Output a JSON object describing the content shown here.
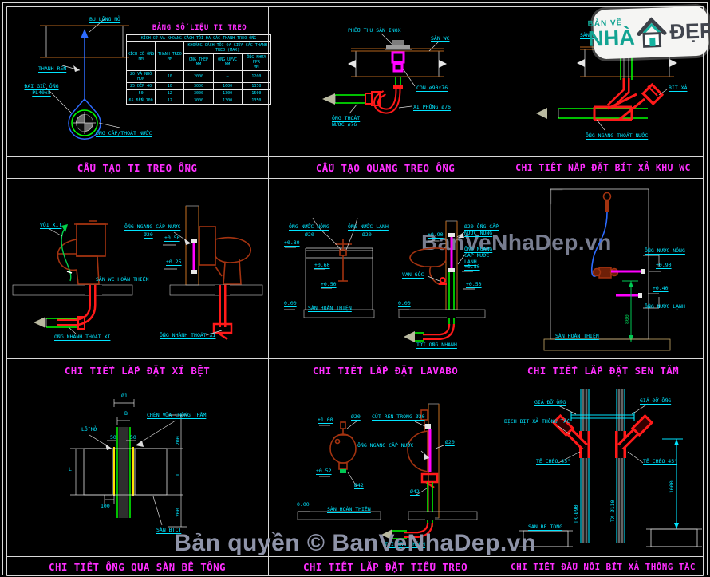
{
  "logo": {
    "line1": "BẢN VẼ",
    "line2": "NHÀ",
    "line3": "ĐẸP"
  },
  "watermark": {
    "text": "BanVeNhaDep.vn"
  },
  "footer": {
    "copyright": "Bản quyền © BanVeNhaDep.vn"
  },
  "colors": {
    "title": "#ff2fff",
    "label": "#00e5ff",
    "pipe_red": "#ff1a1a",
    "pipe_green": "#00ff00",
    "pipe_magenta": "#ff00ff",
    "pipe_blue": "#2d6bff",
    "fixture": "#a33310",
    "watermark_gray": "#8f94a9",
    "slab_edge": "#b5651d"
  },
  "panels": {
    "ti_treo": {
      "title": "CẤU TẠO TI TREO ỐNG",
      "labels": {
        "bu_long": "BU LÔNG NỞ",
        "thanh_ren": "THANH REN",
        "dai_giu": "ĐAI GIỮ ỐNG\nPL40x5",
        "ong": "ỐNG CẤP/THOÁT NƯỚC"
      },
      "table": {
        "title": "BẢNG SỐ LIỆU TI TREO",
        "span_header": "KÍCH CỠ VÀ KHOẢNG CÁCH TỐI ĐA CÁC THANH TREO ỐNG",
        "col_size": "KÍCH CỠ ỐNG\nMM",
        "col_rod": "THANH TREO\nMM",
        "group": "KHOẢNG CÁCH TỐI ĐA GIỮA CÁC THANH TREO (MAX)",
        "sub_thep": "ỐNG THÉP\nMM",
        "sub_upvc": "ỐNG UPVC\nMM",
        "sub_ppr": "ỐNG NHỰA PPR\nMM",
        "rows": [
          [
            "20 VÀ NHỎ HƠN",
            "10",
            "2000",
            "–",
            "1200"
          ],
          [
            "25 ĐẾN 40",
            "10",
            "3000",
            "1600",
            "1350"
          ],
          [
            "50",
            "12",
            "3000",
            "1300",
            "1500"
          ],
          [
            "65 ĐẾN 100",
            "12",
            "3000",
            "1300",
            "1350"
          ]
        ]
      }
    },
    "quang_treo": {
      "title": "CẤU TẠO QUANG TREO ỐNG",
      "labels": {
        "pheu": "PHỄU THU SÀN INOX",
        "san": "SÀN WC",
        "con": "CÔN ø90x76",
        "xi_phong": "XI PHÔNG ø76",
        "ong_thoat": "ỐNG THOÁT\nNƯỚC ø76"
      }
    },
    "bit_xa": {
      "title": "CHI TIẾT NẮP ĐẶT BÍT XẢ KHU WC",
      "labels": {
        "san": "SÀN WC",
        "bit_xa": "BÍT XẢ",
        "ong_ngang": "ỐNG NGANG THOÁT NƯỚC"
      }
    },
    "xi_bet": {
      "title": "CHI TIẾT LẮP ĐẶT XÍ BỆT",
      "labels": {
        "voi_xit": "VÒI XỊT",
        "san": "SÀN WC HOÀN THIỆN",
        "nhanh_trai": "ỐNG NHÁNH THOÁT XÍ",
        "cap_nuoc": "ỐNG NGANG CẤP NƯỚC",
        "cap_nuoc_dk": "Ø20",
        "elev_050": "+0.50",
        "elev_025": "+0.25",
        "nhanh_phai": "ỐNG NHÁNH THOÁT XÍ"
      }
    },
    "lavabo": {
      "title": "CHI TIẾT LẮP ĐẶT LAVABO",
      "labels": {
        "nong": "ỐNG NƯỚC NÓNG",
        "nong_dk": "Ø20",
        "lanh": "ỐNG NƯỚC LẠNH",
        "lanh_dk": "Ø20",
        "elev_080": "+0.80",
        "elev_060": "+0.60",
        "elev_050": "+0.50",
        "elev_000": "0.00",
        "san": "SÀN HOÀN THIỆN",
        "cap_nong": "Ø20 ỐNG CẤP\nNƯỚC NÓNG",
        "cap_lanh": "ỐNG NGANG\nCẤP NƯỚC LẠNH",
        "van_goc": "VAN GÓC",
        "r_elev_090": "+0.90",
        "r_elev_080": "+0.80",
        "r_elev_050": "+0.50",
        "r_elev_000": "0.00",
        "toi_ong": "TỚI ỐNG NHÁNH"
      }
    },
    "sen_tam": {
      "title": "CHI TIẾT LẮP ĐẶT SEN TẮM",
      "labels": {
        "nong": "ỐNG NƯỚC NÓNG",
        "elev_090": "+0.90",
        "elev_040": "+0.40",
        "lanh": "ỐNG NƯỚC LẠNH",
        "dim_800": "800",
        "san": "SÀN HOÀN THIỆN"
      }
    },
    "qua_san": {
      "title": "CHI TIẾT ỐNG QUA SÀN BÊ TÔNG",
      "labels": {
        "d1": "Ø1",
        "b": "B",
        "lo_mo": "LỖ MỞ",
        "chen_vua": "CHÈN VỮA CHỐNG THẤM",
        "n50a": "50",
        "n50b": "50",
        "n200a": "200",
        "l_left": "L",
        "l_right": "L",
        "n100": "100",
        "n200b": "200",
        "san": "SÀN BTCT"
      }
    },
    "tieu_treo": {
      "title": "CHI TIẾT LẮP ĐẶT TIỂU TREO",
      "labels": {
        "elev_100": "+1.00",
        "d20a": "Ø20",
        "cut_ren": "CÚT REN TRONG Ø20",
        "ong_ngang": "ỐNG NGANG CẤP NƯỚC",
        "d20b": "Ø20",
        "elev_052": "+0.52",
        "d42a": "Ø42",
        "elev_000": "0.00",
        "san": "SÀN HOÀN THIỆN",
        "d42b": "Ø42",
        "toi_ong": "TỚI ỐNG NHÁNH"
      }
    },
    "dau_noi": {
      "title": "CHI TIẾT ĐẤU NỐI BÍT XẢ THÔNG TẮC",
      "labels": {
        "gia_do_trai": "GIÁ ĐỠ ỐNG",
        "gia_do_phai": "GIÁ ĐỠ ỐNG",
        "bich": "BỊCH BỊT XẢ THÔNG TẮC",
        "te_trai": "TÊ CHÉO 45°",
        "te_phai": "TÊ CHÉO 45°",
        "dim_1000": "1000",
        "tr": "TR-Ø90",
        "tx": "TX-Ø110",
        "san": "SÀN BÊ TÔNG"
      }
    }
  }
}
